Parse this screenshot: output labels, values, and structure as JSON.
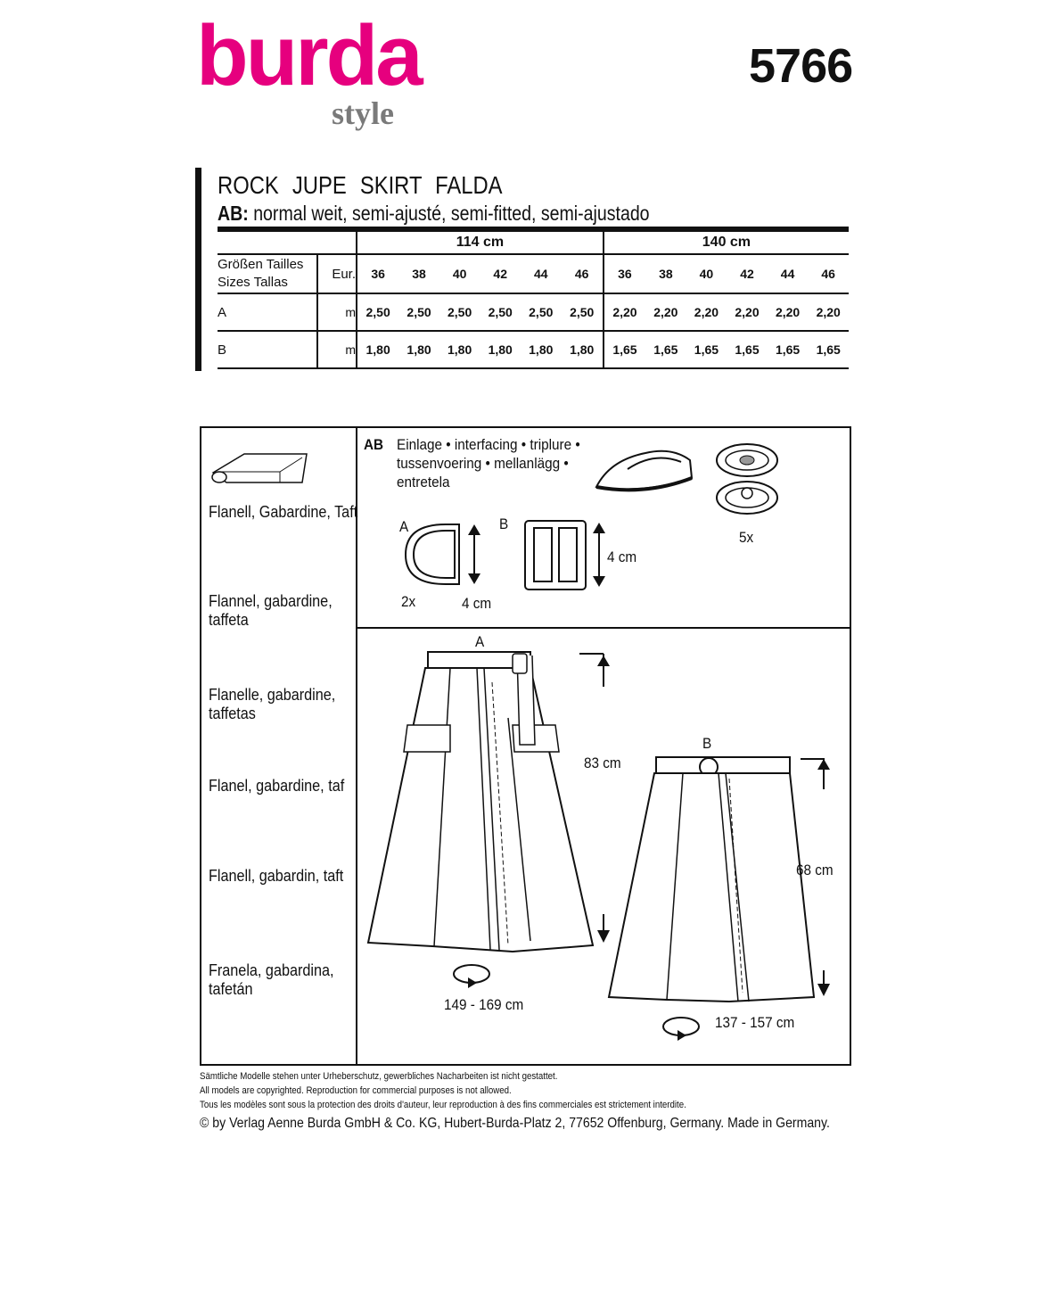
{
  "brand": {
    "name": "burda",
    "sub": "style",
    "color": "#e6007e"
  },
  "pattern_number": "5766",
  "title": "ROCK JUPE SKIRT FALDA",
  "fit": {
    "prefix": "AB:",
    "text": " normal weit, semi-ajusté, semi-fitted, semi-ajustado"
  },
  "table": {
    "widths": [
      "114 cm",
      "140 cm"
    ],
    "size_label_1": "Größen Tailles",
    "size_label_2": "Sizes Tallas",
    "eur": "Eur.",
    "sizes": [
      "36",
      "38",
      "40",
      "42",
      "44",
      "46",
      "36",
      "38",
      "40",
      "42",
      "44",
      "46"
    ],
    "rows": [
      {
        "view": "A",
        "unit": "m",
        "values": [
          "2,50",
          "2,50",
          "2,50",
          "2,50",
          "2,50",
          "2,50",
          "2,20",
          "2,20",
          "2,20",
          "2,20",
          "2,20",
          "2,20"
        ]
      },
      {
        "view": "B",
        "unit": "m",
        "values": [
          "1,80",
          "1,80",
          "1,80",
          "1,80",
          "1,80",
          "1,80",
          "1,65",
          "1,65",
          "1,65",
          "1,65",
          "1,65",
          "1,65"
        ]
      }
    ]
  },
  "fabrics": [
    "Flanell, Gabardine, Taft",
    "Flannel, gabardine, taffeta",
    "Flanelle, gabardine, taffetas",
    "Flanel, gabardine, taf",
    "Flanell, gabardin, taft",
    "Franela, gabardina, tafetán"
  ],
  "notions": {
    "ab": "AB",
    "interfacing_1": "Einlage • interfacing • triplure •",
    "interfacing_2": "tussenvoering • mellanlägg •",
    "interfacing_3": "entretela",
    "a": "A",
    "a_qty": "2x",
    "a_size": "4 cm",
    "b": "B",
    "b_size": "4 cm",
    "snaps_qty": "5x"
  },
  "views": {
    "a": "A",
    "a_length": "83 cm",
    "a_hem": "149 - 169 cm",
    "b": "B",
    "b_length": "68 cm",
    "b_hem": "137 - 157 cm"
  },
  "footer": [
    "Sämtliche Modelle stehen unter Urheberschutz, gewerbliches Nacharbeiten ist nicht gestattet.",
    "All models are copyrighted. Reproduction for commercial purposes is not allowed.",
    "Tous les modèles sont sous la protection des droits d'auteur, leur reproduction à des fins commerciales est strictement interdite.",
    "© by Verlag Aenne Burda GmbH & Co. KG, Hubert-Burda-Platz 2, 77652 Offenburg, Germany. Made in Germany."
  ]
}
